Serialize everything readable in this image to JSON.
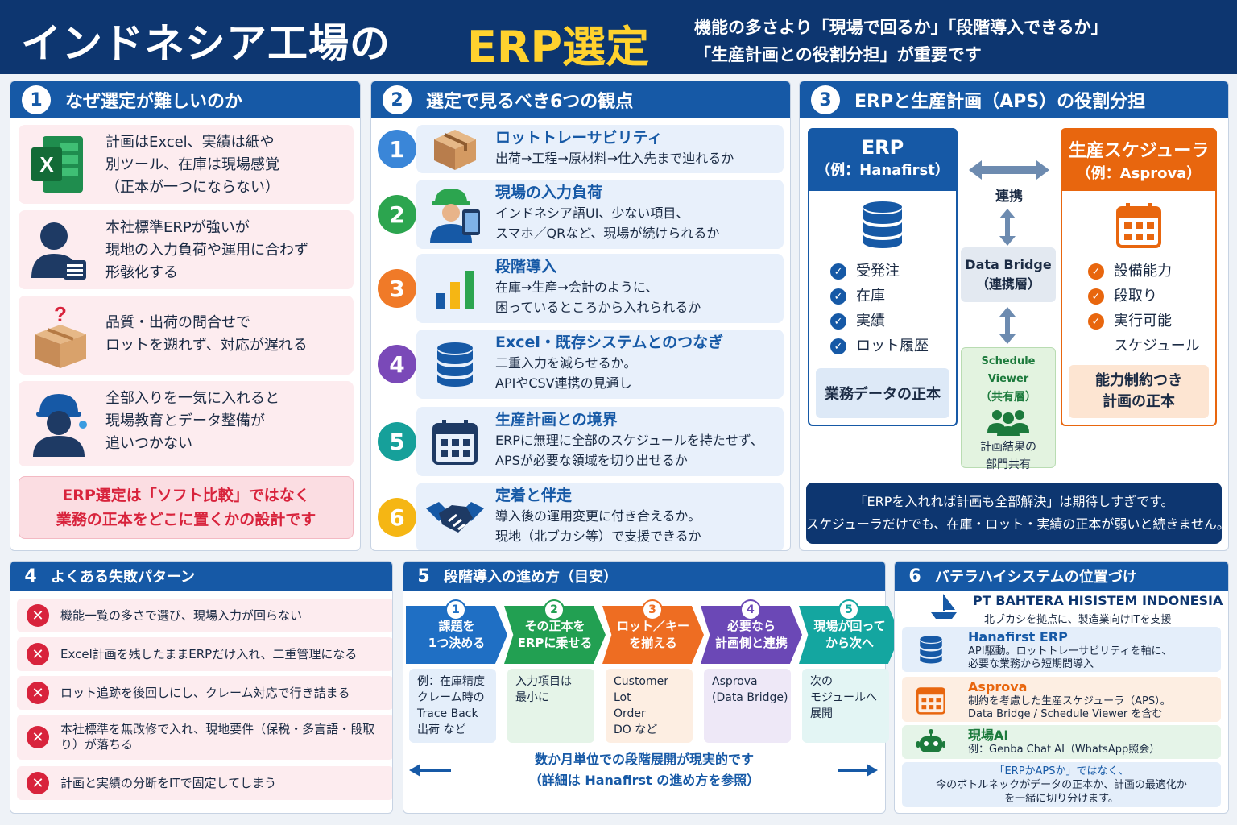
{
  "header": {
    "title_a": "インドネシア工場の",
    "title_b": "ERP選定",
    "sub1": "機能の多さより「現場で回るか」「段階導入できるか」",
    "sub2": "「生産計画との役割分担」が重要です"
  },
  "p1": {
    "num": "1",
    "title": "なぜ選定が難しいのか",
    "items": [
      {
        "icon": "excel-icon",
        "l1": "計画はExcel、実績は紙や",
        "l2": "別ツール、在庫は現場感覚",
        "l3": "（正本が一つにならない）"
      },
      {
        "icon": "manager-icon",
        "l1": "本社標準ERPが強いが",
        "l2": "現地の入力負荷や運用に合わず",
        "l3": "形骸化する"
      },
      {
        "icon": "question-box-icon",
        "l1": "品質・出荷の問合せで",
        "l2": "ロットを遡れず、対応が遅れる"
      },
      {
        "icon": "worker-icon",
        "l1": "全部入りを一気に入れると",
        "l2": "現場教育とデータ整備が",
        "l3": "追いつかない"
      }
    ],
    "conclusion1": "ERP選定は「ソフト比較」ではなく",
    "conclusion2": "業務の正本をどこに置くかの設計です"
  },
  "p2": {
    "num": "2",
    "title": "選定で見るべき6つの観点",
    "items": [
      {
        "n": "1",
        "title": "ロットトレーサビリティ",
        "d1": "出荷→工程→原材料→仕入先まで辿れるか",
        "d2": "",
        "color": "#3a86d8",
        "icon": "package-icon"
      },
      {
        "n": "2",
        "title": "現場の入力負荷",
        "d1": "インドネシア語UI、少ない項目、",
        "d2": "スマホ／QRなど、現場が続けられるか",
        "color": "#2ca54f",
        "icon": "worker-tablet-icon"
      },
      {
        "n": "3",
        "title": "段階導入",
        "d1": "在庫→生産→会計のように、",
        "d2": "困っているところから入れられるか",
        "color": "#f07a28",
        "icon": "bar-chart-icon"
      },
      {
        "n": "4",
        "title": "Excel・既存システムとのつなぎ",
        "d1": "二重入力を減らせるか。",
        "d2": "APIやCSV連携の見通し",
        "color": "#7a49b8",
        "icon": "database-icon"
      },
      {
        "n": "5",
        "title": "生産計画との境界",
        "d1": "ERPに無理に全部のスケジュールを持たせず、",
        "d2": "APSが必要な領域を切り出せるか",
        "color": "#16a09a",
        "icon": "calendar-icon"
      },
      {
        "n": "6",
        "title": "定着と伴走",
        "d1": "導入後の運用変更に付き合えるか。",
        "d2": "現地（北ブカシ等）で支援できるか",
        "color": "#f5b614",
        "icon": "handshake-icon"
      }
    ]
  },
  "p3": {
    "num": "3",
    "title": "ERPと生産計画（APS）の役割分担",
    "erp_title": "ERP",
    "erp_sub": "（例：Hanafirst）",
    "erp_items": [
      "受発注",
      "在庫",
      "実績",
      "ロット履歴"
    ],
    "erp_note": "業務データの正本",
    "link": "連携",
    "bridge1": "Data Bridge",
    "bridge2": "（連携層）",
    "viewer1": "Schedule Viewer",
    "viewer2": "（共有層）",
    "viewer3": "計画結果の",
    "viewer4": "部門共有",
    "aps_title": "生産スケジューラ",
    "aps_sub": "（例：Asprova）",
    "aps_items": [
      "設備能力",
      "段取り",
      "実行可能",
      "スケジュール"
    ],
    "aps_note1": "能力制約つき",
    "aps_note2": "計画の正本",
    "banner1": "「ERPを入れれば計画も全部解決」は期待しすぎです。",
    "banner2": "スケジューラだけでも、在庫・ロット・実績の正本が弱いと続きません。"
  },
  "p4": {
    "num": "4",
    "title": "よくある失敗パターン",
    "items": [
      "機能一覧の多さで選び、現場入力が回らない",
      "Excel計画を残したままERPだけ入れ、二重管理になる",
      "ロット追跡を後回しにし、クレーム対応で行き詰まる",
      "本社標準を無改修で入れ、現地要件（保税・多言語・段取り）が落ちる",
      "計画と実績の分断をITで固定してしまう"
    ]
  },
  "p5": {
    "num": "5",
    "title": "段階導入の進め方（目安）",
    "steps": [
      {
        "n": "1",
        "l1": "課題を",
        "l2": "1つ決める",
        "color": "#1f6fc4",
        "box": [
          "例：在庫精度",
          "クレーム時の",
          "Trace Back",
          "出荷 など"
        ],
        "bg": "#e4eefa"
      },
      {
        "n": "2",
        "l1": "その正本を",
        "l2": "ERPに乗せる",
        "color": "#22a052",
        "box": [
          "入力項目は",
          "最小に"
        ],
        "bg": "#e5f4e8"
      },
      {
        "n": "3",
        "l1": "ロット／キー",
        "l2": "を揃える",
        "color": "#ee6d22",
        "box": [
          "Customer",
          "Lot",
          "Order",
          "DO など"
        ],
        "bg": "#fdeee2"
      },
      {
        "n": "4",
        "l1": "必要なら",
        "l2": "計画側と連携",
        "color": "#6b48b6",
        "box": [
          "Asprova",
          "(Data Bridge)"
        ],
        "bg": "#eee8f7"
      },
      {
        "n": "5",
        "l1": "現場が回って",
        "l2": "から次へ",
        "color": "#14a6a0",
        "box": [
          "次の",
          "モジュールへ",
          "展開"
        ],
        "bg": "#e3f5f4"
      }
    ],
    "foot1": "数か月単位での段階展開が現実的です",
    "foot2": "（詳細は Hanafirst の進め方を参照）"
  },
  "p6": {
    "num": "6",
    "title": "バテラハイシステムの位置づけ",
    "company": "PT BAHTERA HISISTEM INDONESIA",
    "company_sub": "北ブカシを拠点に、製造業向けITを支援",
    "rows": [
      {
        "title": "Hanafirst ERP",
        "d1": "API駆動。ロットトレーサビリティを軸に、",
        "d2": "必要な業務から短期間導入",
        "icon": "database-icon",
        "color": "#1659a6",
        "bg": "#e4eefa"
      },
      {
        "title": "Asprova",
        "d1": "制約を考慮した生産スケジューラ（APS）。",
        "d2": "Data Bridge / Schedule Viewer を含む",
        "icon": "calendar-icon",
        "color": "#e8660e",
        "bg": "#fdeee2"
      },
      {
        "title": "現場AI",
        "d1": "例：Genba Chat AI（WhatsApp照会）",
        "d2": "",
        "icon": "robot-icon",
        "color": "#1c7a3c",
        "bg": "#e5f4e8"
      }
    ],
    "note1": "「ERPかAPSか」ではなく、",
    "note2": "今のボトルネックがデータの正本か、計画の最適化か",
    "note3": "を一緒に切り分けます。"
  }
}
